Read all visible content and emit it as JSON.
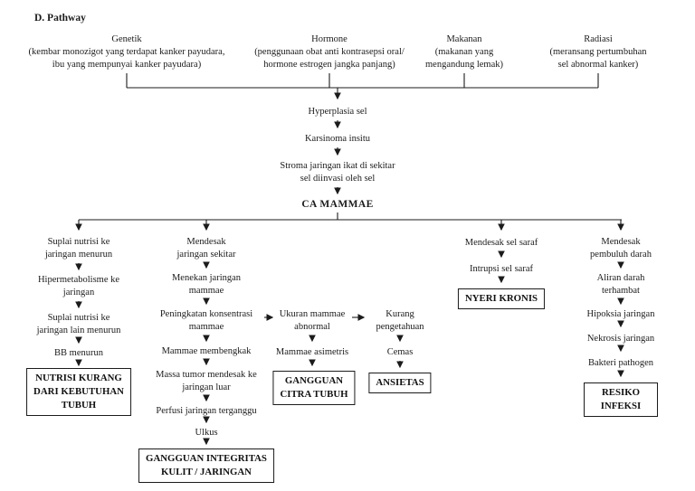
{
  "heading": "D. Pathway",
  "causes": {
    "genetik": {
      "lines": [
        "Genetik",
        "(kembar monozigot yang terdapat kanker payudara,",
        "ibu yang mempunyai kanker payudara)"
      ]
    },
    "hormone": {
      "lines": [
        "Hormone",
        "(penggunaan obat anti kontrasepsi oral/",
        "hormone estrogen jangka panjang)"
      ]
    },
    "makanan": {
      "lines": [
        "Makanan",
        "(makanan yang",
        "mengandung lemak)"
      ]
    },
    "radiasi": {
      "lines": [
        "Radiasi",
        "(meransang pertumbuhan",
        "sel abnormal kanker)"
      ]
    }
  },
  "chain": {
    "hyperplasia": "Hyperplasia sel",
    "karsinoma": "Karsinoma insitu",
    "stroma": [
      "Stroma jaringan ikat di sekitar",
      "sel diinvasi oleh sel"
    ],
    "ca_mammae": "CA MAMMAE"
  },
  "columns": {
    "nutrisi": {
      "steps": [
        [
          "Suplai nutrisi ke",
          "jaringan menurun"
        ],
        [
          "Hipermetabolisme ke",
          "jaringan"
        ],
        [
          "Suplai nutrisi ke",
          "jaringan lain menurun"
        ],
        [
          "BB menurun"
        ]
      ],
      "outcome": [
        "NUTRISI KURANG",
        "DARI KEBUTUHAN",
        "TUBUH"
      ]
    },
    "integritas": {
      "steps": [
        [
          "Mendesak",
          "jaringan sekitar"
        ],
        [
          "Menekan jaringan",
          "mammae"
        ],
        [
          "Peningkatan konsentrasi",
          "mammae"
        ],
        [
          "Mammae membengkak"
        ],
        [
          "Massa tumor mendesak ke",
          "jaringan luar"
        ],
        [
          "Perfusi jaringan terganggu"
        ],
        [
          "Ulkus"
        ]
      ],
      "outcome": [
        "GANGGUAN INTEGRITAS",
        "KULIT / JARINGAN"
      ]
    },
    "citra": {
      "steps": [
        [
          "Ukuran mammae",
          "abnormal"
        ],
        [
          "Mammae asimetris"
        ]
      ],
      "outcome": [
        "GANGGUAN",
        "CITRA TUBUH"
      ]
    },
    "ansietas": {
      "steps": [
        [
          "Kurang",
          "pengetahuan"
        ],
        [
          "Cemas"
        ]
      ],
      "outcome": [
        "ANSIETAS"
      ]
    },
    "nyeri": {
      "steps": [
        [
          "Mendesak sel saraf"
        ],
        [
          "Intrupsi sel saraf"
        ]
      ],
      "outcome": [
        "NYERI KRONIS"
      ]
    },
    "infeksi": {
      "steps": [
        [
          "Mendesak",
          "pembuluh darah"
        ],
        [
          "Aliran darah",
          "terhambat"
        ],
        [
          "Hipoksia jaringan"
        ],
        [
          "Nekrosis jaringan"
        ],
        [
          "Bakteri pathogen"
        ]
      ],
      "outcome": [
        "RESIKO INFEKSI"
      ]
    }
  },
  "line_color": "#1b1b1b"
}
